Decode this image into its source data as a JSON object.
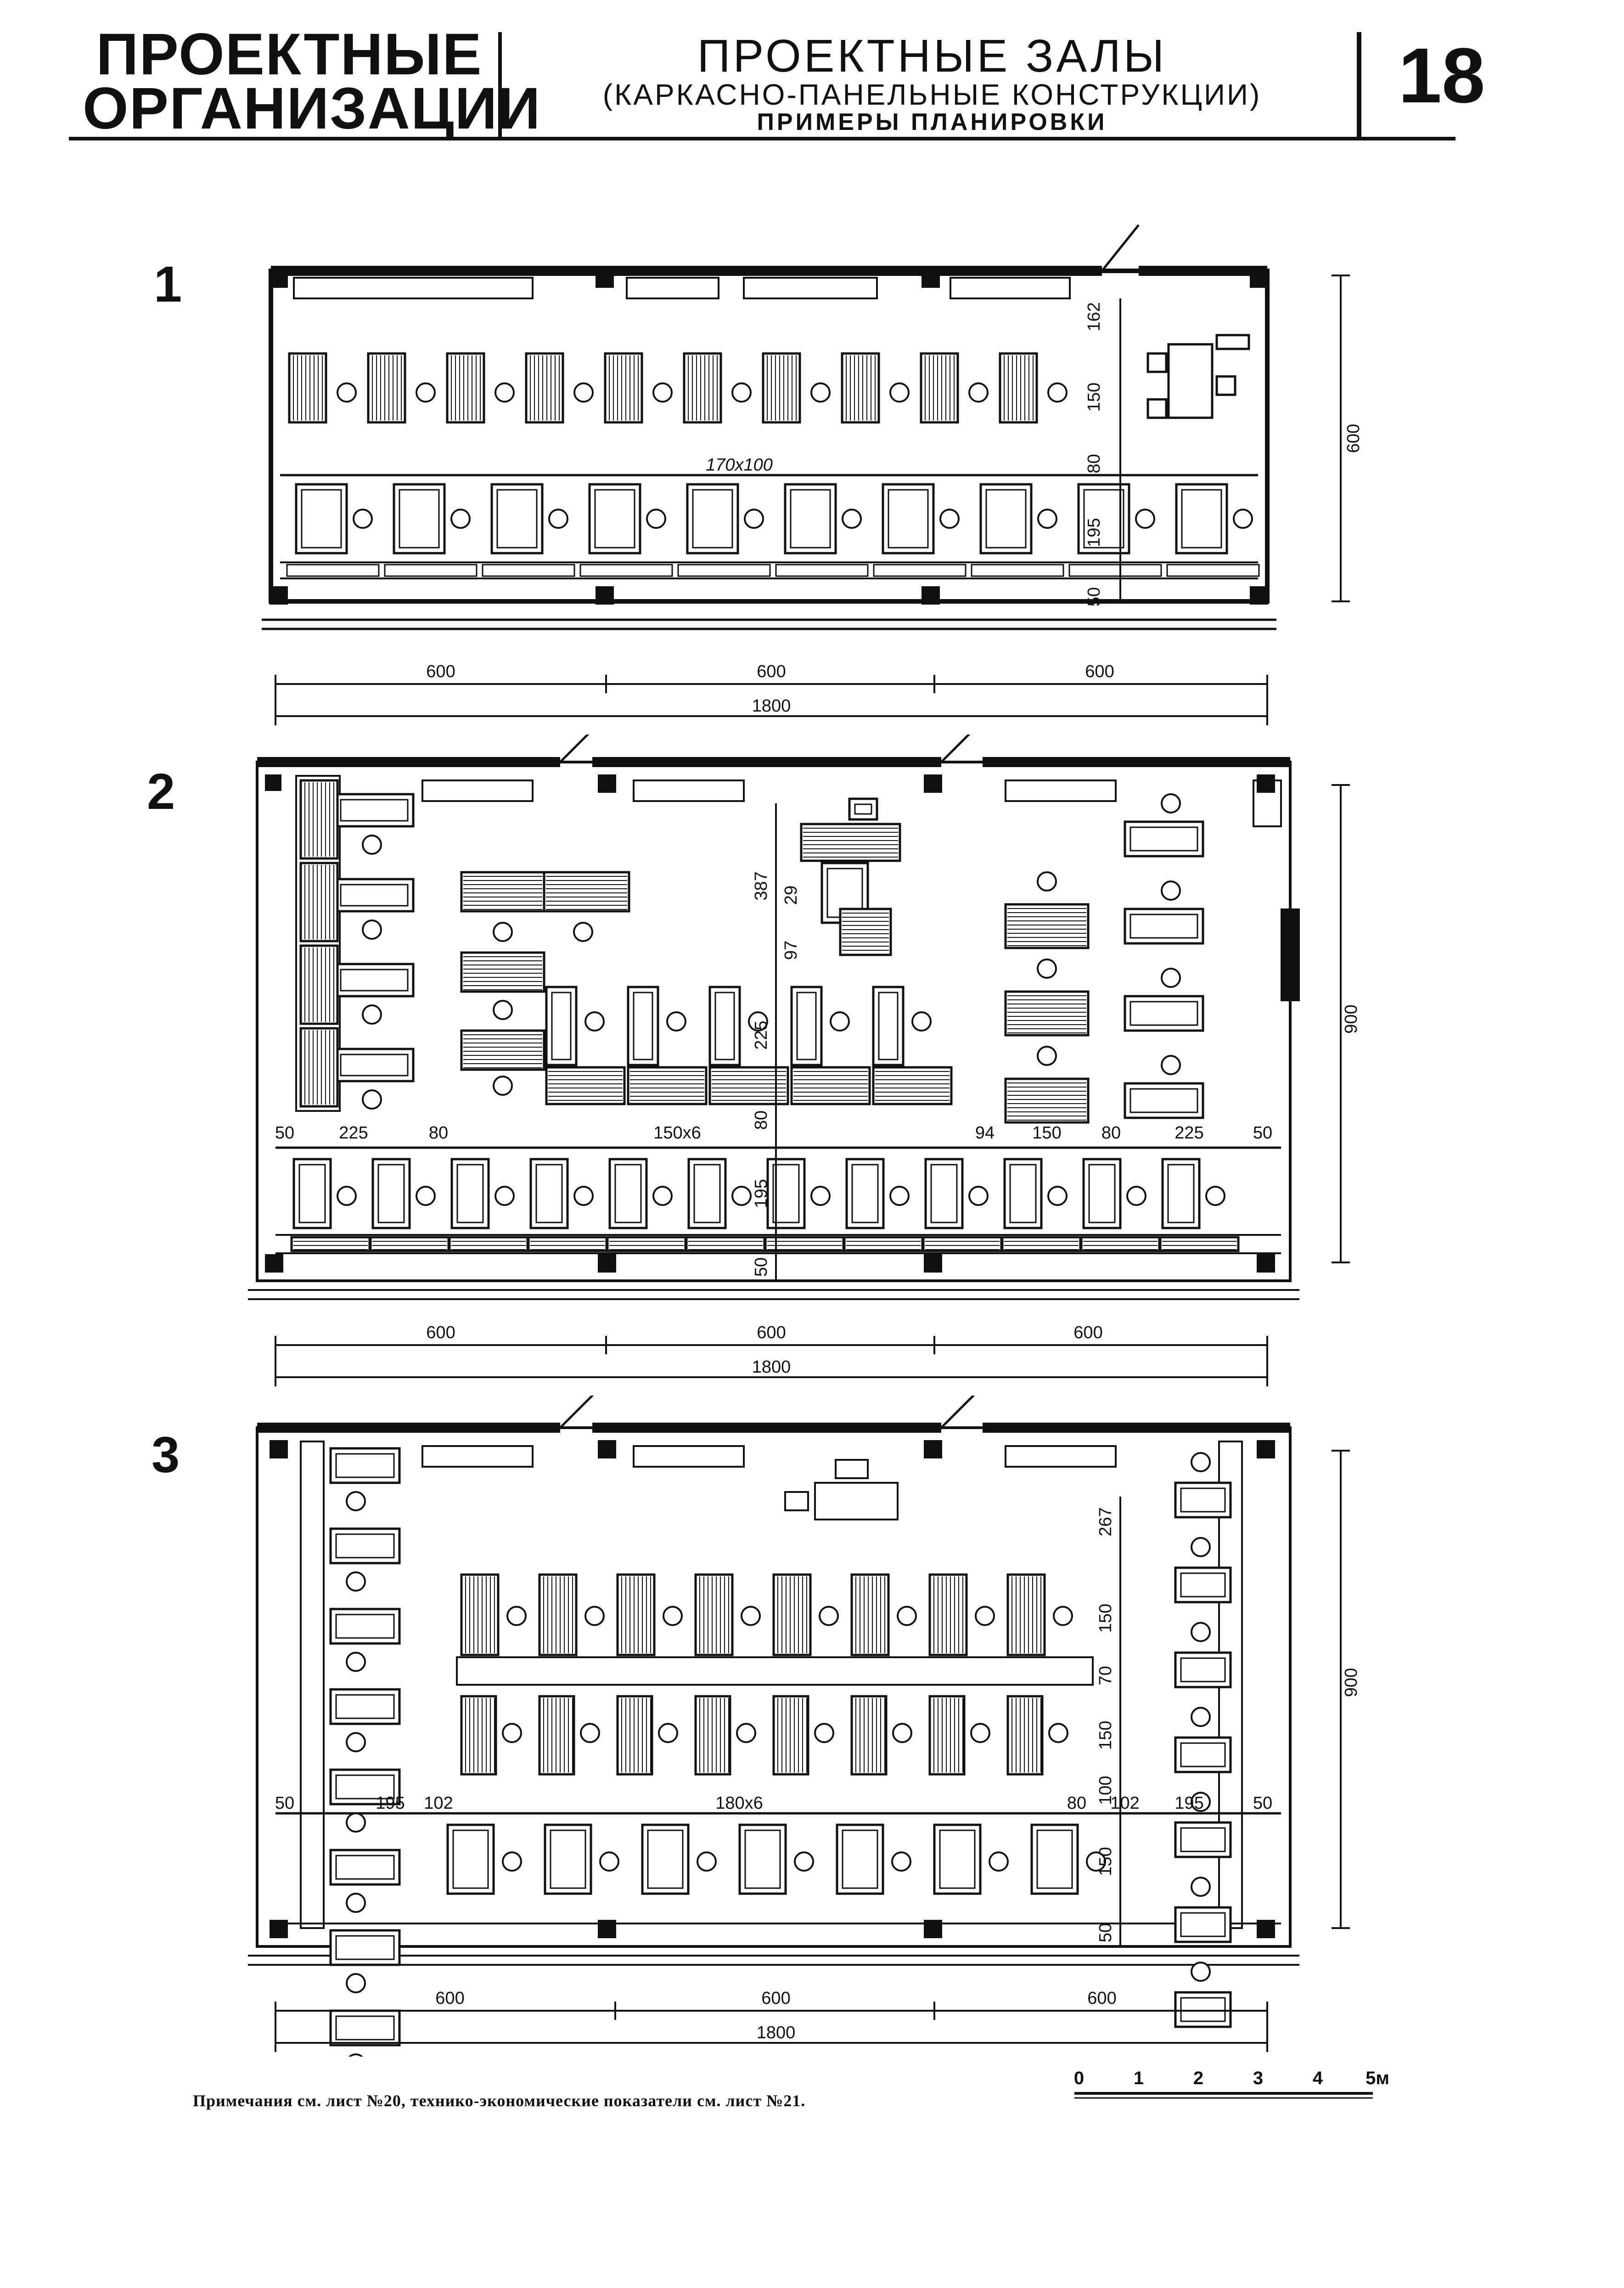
{
  "header": {
    "org_line1": "ПРОЕКТНЫЕ",
    "org_line2": "ОРГАНИЗАЦИИ",
    "title": "ПРОЕКТНЫЕ ЗАЛЫ",
    "subtitle": "(КАРКАСНО-ПАНЕЛЬНЫЕ КОНСТРУКЦИИ)",
    "subtitle2": "ПРИМЕРЫ ПЛАНИРОВКИ",
    "sheet_number": "18"
  },
  "plans": [
    {
      "number": "1",
      "bottom_dims": [
        "600",
        "600",
        "600"
      ],
      "total_dim": "1800",
      "right_dim": "600",
      "inner_dims": [
        "162",
        "150",
        "80",
        "195",
        "50"
      ],
      "inner_label": "170x100"
    },
    {
      "number": "2",
      "bottom_dims": [
        "600",
        "600",
        "600"
      ],
      "total_dim": "1800",
      "right_dim": "900",
      "inner_dims": [
        "387",
        "29",
        "97",
        "225",
        "80",
        "195",
        "50"
      ],
      "row_dims": [
        "50",
        "225",
        "80",
        "150x6",
        "94",
        "150",
        "80",
        "225",
        "50"
      ]
    },
    {
      "number": "3",
      "bottom_dims": [
        "600",
        "600",
        "600"
      ],
      "total_dim": "1800",
      "right_dim": "900",
      "inner_dims": [
        "267",
        "150",
        "70",
        "150",
        "100",
        "150",
        "50"
      ],
      "row_dims": [
        "50",
        "195",
        "102",
        "180x6",
        "80",
        "102",
        "195",
        "50"
      ]
    }
  ],
  "footer": {
    "note": "Примечания см. лист №20, технико-экономические показатели см. лист №21.",
    "scale_labels": [
      "0",
      "1",
      "2",
      "3",
      "4",
      "5м"
    ]
  }
}
